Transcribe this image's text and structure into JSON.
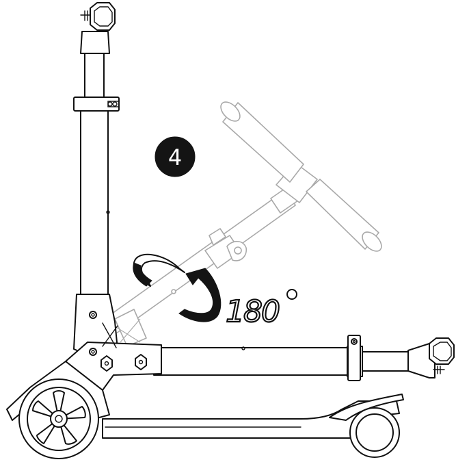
{
  "diagram": {
    "step": {
      "number": "4"
    },
    "rotation": {
      "angle_label": "180",
      "degree_symbol": "°",
      "angle_value": 180
    },
    "palette": {
      "line": "#111111",
      "ghost": "#a9a9a9",
      "badge": "#141414",
      "background": "#ffffff"
    },
    "icons": [
      "rotate-arrow-icon"
    ]
  }
}
